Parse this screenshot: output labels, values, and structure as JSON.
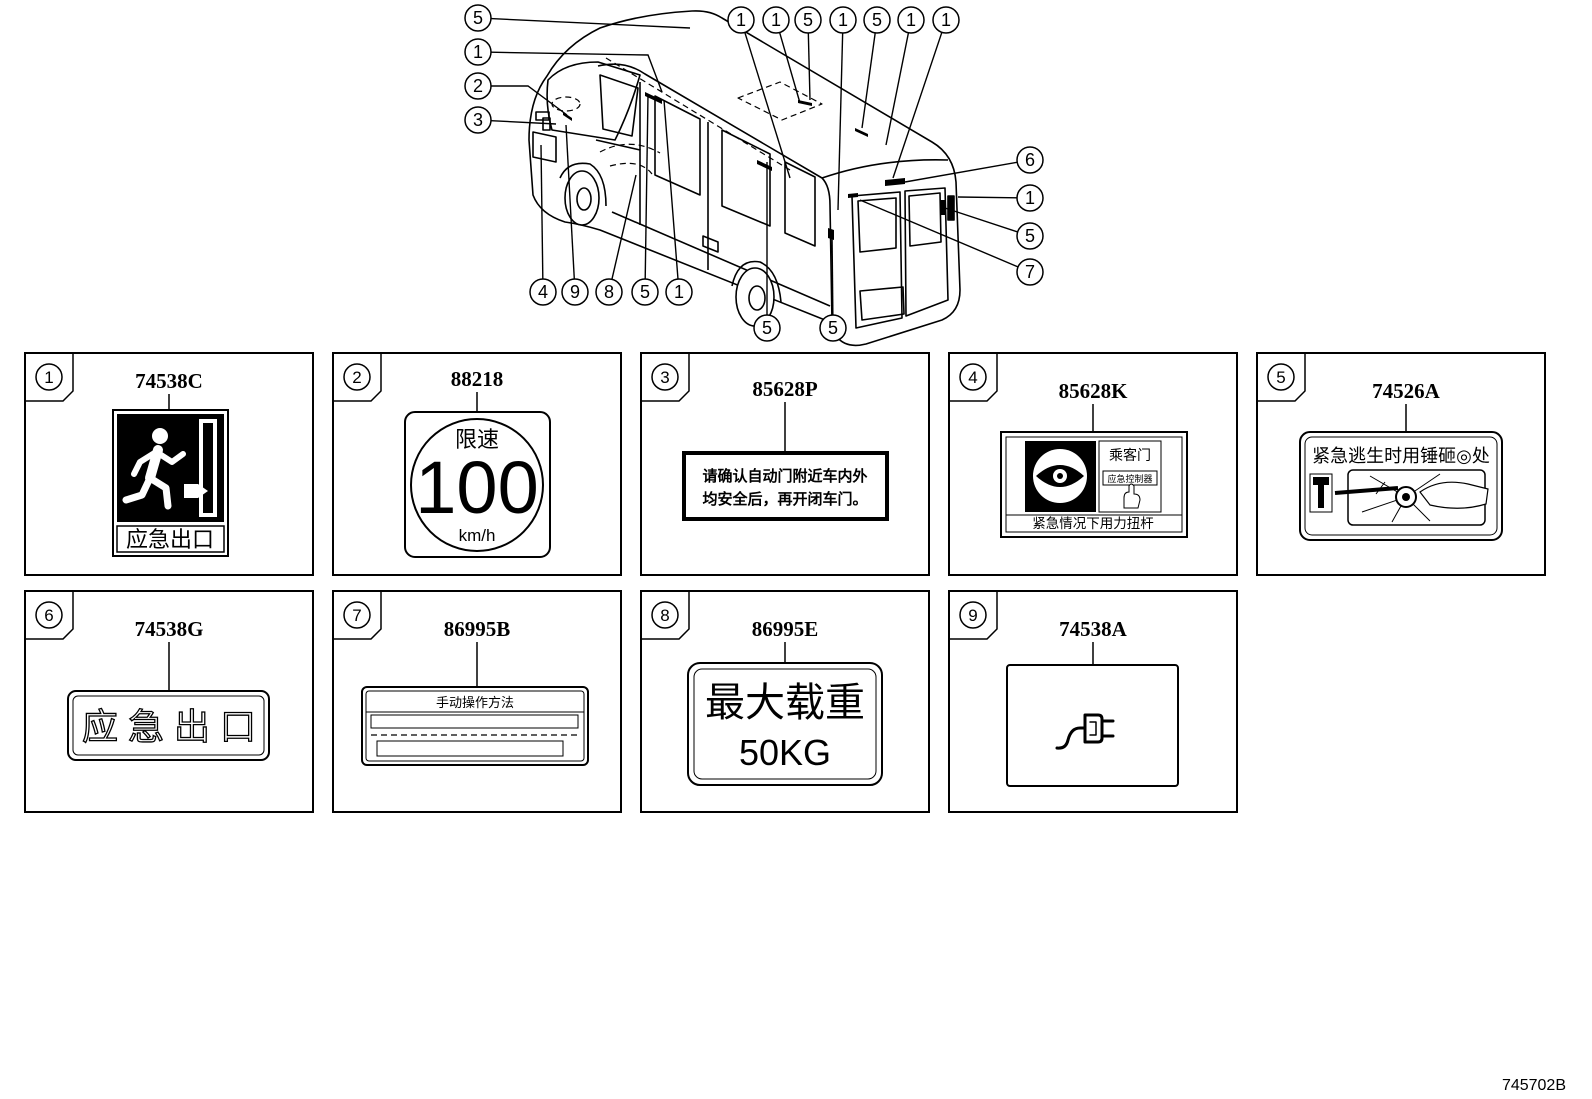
{
  "colors": {
    "ink": "#000000",
    "paper": "#ffffff"
  },
  "van": {
    "callouts": [
      "5",
      "1",
      "2",
      "3",
      "1",
      "1",
      "5",
      "1",
      "5",
      "1",
      "1",
      "6",
      "1",
      "5",
      "7",
      "4",
      "9",
      "8",
      "5",
      "1",
      "5",
      "5"
    ]
  },
  "panels": [
    {
      "ref": "1",
      "part_number": "74538C",
      "icon": "running-man-icon",
      "sign_text": [
        "应急出口"
      ]
    },
    {
      "ref": "2",
      "part_number": "88218",
      "sign_text": [
        "限速",
        "100",
        "km/h"
      ]
    },
    {
      "ref": "3",
      "part_number": "85628P",
      "sign_text": [
        "请确认自动门附近车内外",
        "均安全后，再开闭车门。"
      ]
    },
    {
      "ref": "4",
      "part_number": "85628K",
      "icon": "eye-icon",
      "sign_text": [
        "乘客门",
        "应急控制器",
        "紧急情况下用力扭杆"
      ]
    },
    {
      "ref": "5",
      "part_number": "74526A",
      "icon": "hammer-icon",
      "sign_text": [
        "紧急逃生时用锤砸◎处"
      ]
    },
    {
      "ref": "6",
      "part_number": "74538G",
      "sign_text": [
        "应急出口"
      ]
    },
    {
      "ref": "7",
      "part_number": "86995B",
      "sign_text": [
        "手动操作方法"
      ]
    },
    {
      "ref": "8",
      "part_number": "86995E",
      "sign_text": [
        "最大载重",
        "50KG"
      ]
    },
    {
      "ref": "9",
      "part_number": "74538A",
      "icon": "plug-icon"
    }
  ],
  "footer": {
    "figure_code": "745702B"
  }
}
